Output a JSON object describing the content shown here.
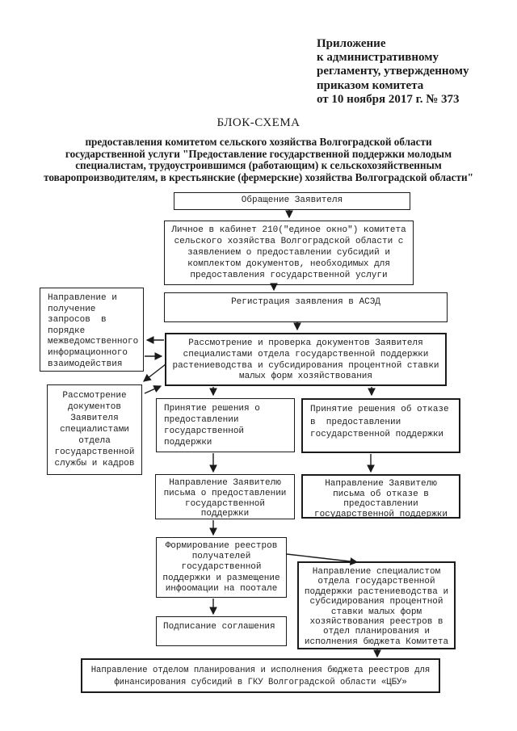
{
  "colors": {
    "ink": "#1b1b1b",
    "background": "#ffffff"
  },
  "header": {
    "lines": [
      "Приложение",
      "к административному",
      "регламенту, утвержденному",
      "приказом комитета",
      "от 10 ноября 2017 г. № 373"
    ]
  },
  "title": "БЛОК-СХЕМА",
  "subtitle": "предоставления комитетом сельского хозяйства Волгоградской области\nгосударственной услуги \"Предоставление государственной поддержки молодым\nспециалистам, трудоустроившимся (работающим) к сельскохозяйственным\nтоваропроизводителям, в крестьянские (фермерские) хозяйства Волгоградской области\"",
  "nodes": {
    "appeal": "Обращение Заявителя",
    "personal_submission": "Личное в кабинет 210(\"единое окно\") комитета\nсельского хозяйства Волгоградской области с\nзаявлением о предоставлении субсидий и\nкомплектом документов, необходимых для\nпредоставления государственной услуги",
    "registration": "Регистрация заявления в АСЭД",
    "review": "Рассмотрение и проверка документов Заявителя\nспециалистами отдела государственной поддержки\nрастениеводства и субсидирования процентной ставки\nмалых форм хозяйствования",
    "interagency": "Направление и\nполучение\nзапросов  в\nпорядке\nмежведомственного\nинформационного\nвзаимодействия",
    "hr_review": "Рассмотрение\nдокументов\nЗаявителя\nспециалистами\nотдела\nгосударственной\nслужбы и кадров",
    "grant_decision": "Принятие решения о\nпредоставлении\nгосударственной\nподдержки",
    "refusal_decision": "Принятие решения об отказе\nв  предоставлении\nгосударственной поддержки",
    "grant_letter": "Направление Заявителю\nписьма о предоставлении\nгосударственной\nподдержки",
    "refusal_letter": "Направление Заявителю\nписьма об отказе в\nпредоставлении\nгосударственной поддержки",
    "registry": "Формирование реестров\nполучателей\nгосударственной\nподдержки и размещение\nинфоомации на поотале",
    "agreement": "Подписание соглашения",
    "transfer_planning": "Направление специалистом\nотдела государственной\nподдержки растениеводства и\nсубсидирования процентной\nставки малых форм\nхозяйствования реестров в\nотдел планирования и\nисполнения бюджета Комитета",
    "transfer_cbu": "Направление отделом планирования и исполнения бюджета реестров для\nфинансирования субсидий в ГКУ Волгоградской области «ЦБУ»"
  }
}
